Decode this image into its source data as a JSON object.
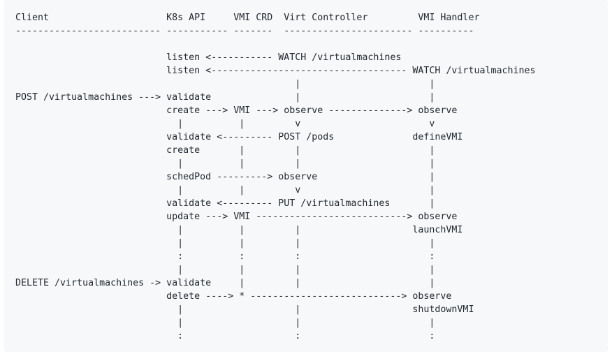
{
  "diagram": {
    "lines": [
      "Client                     K8s API     VMI CRD  Virt Controller         VMI Handler",
      "-------------------------- ----------- -------  ----------------------- ----------",
      "",
      "                           listen <----------- WATCH /virtualmachines",
      "                           listen <----------------------------------- WATCH /virtualmachines",
      "                                                  |                       |",
      "POST /virtualmachines ---> validate               |                       |",
      "                           create ---> VMI ---> observe --------------> observe",
      "                             |          |         v                       v",
      "                           validate <--------- POST /pods              defineVMI",
      "                           create       |         |                       |",
      "                             |          |         |                       |",
      "                           schedPod ---------> observe                    |",
      "                             |          |         v                       |",
      "                           validate <--------- PUT /virtualmachines       |",
      "                           update ---> VMI ---------------------------> observe",
      "                             |          |         |                    launchVMI",
      "                             |          |         |                       |",
      "                             :          :         :                       :",
      "                             |          |         |                       |",
      "DELETE /virtualmachines -> validate     |         |                       |",
      "                           delete ----> * ---------------------------> observe",
      "                             |                    |                    shutdownVMI",
      "                             |                    |                       |",
      "                             :                    :                       :"
    ]
  }
}
